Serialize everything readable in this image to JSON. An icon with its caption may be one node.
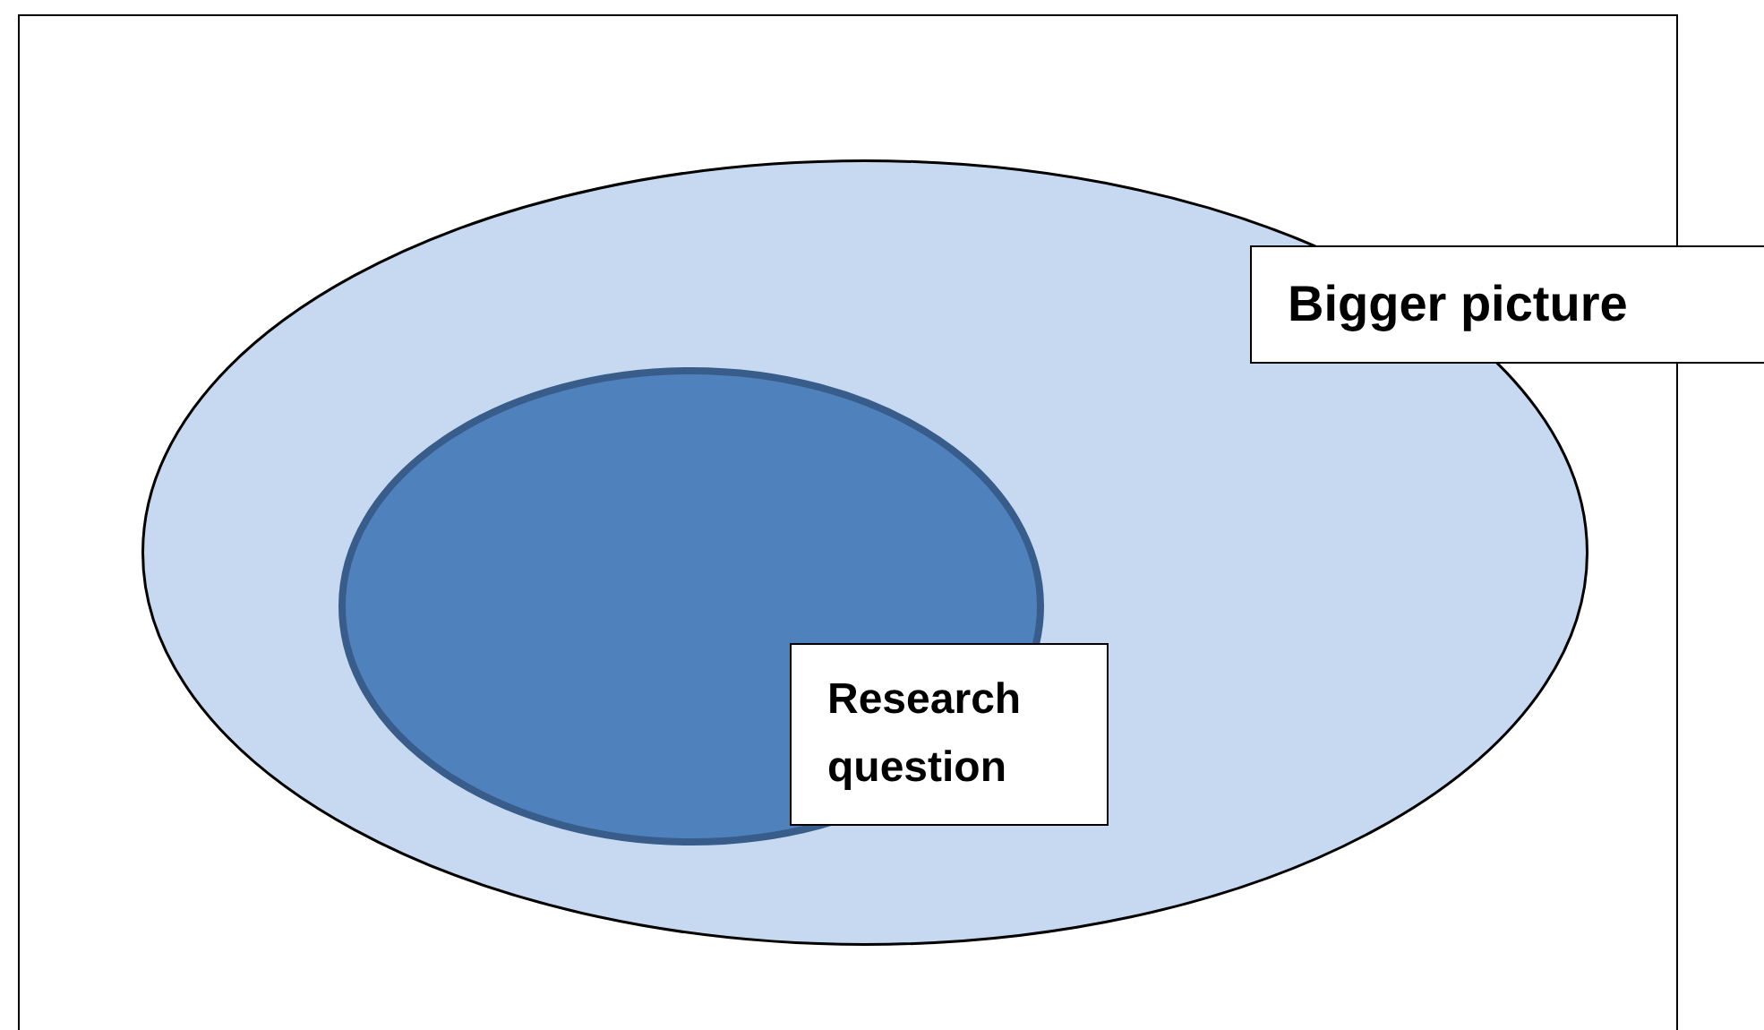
{
  "diagram": {
    "nodes": [
      {
        "text": [],
        "shape": "box"
      },
      {
        "text": [],
        "shape": "ellipse",
        "in": 0
      },
      {
        "text": [],
        "shape": "ellipse",
        "in": 1
      },
      {
        "text": [
          "Bigger picture"
        ]
      },
      {
        "text": [
          "Research question"
        ],
        "in": 1
      }
    ]
  }
}
